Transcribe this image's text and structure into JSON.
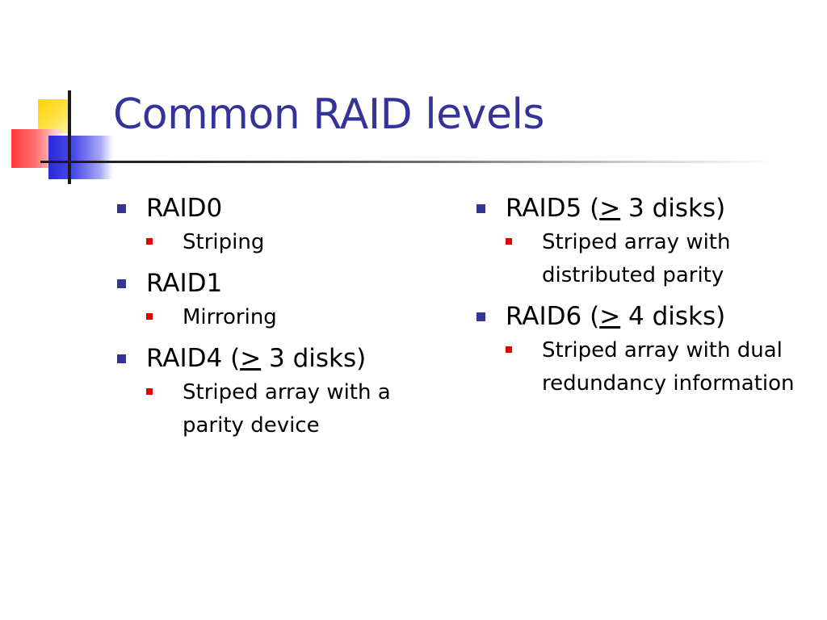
{
  "slide": {
    "title": "Common RAID levels",
    "accent_color": "#333399",
    "sub_bullet_color": "#e00000"
  },
  "left_column": [
    {
      "label": "RAID0",
      "sub": [
        "Striping"
      ]
    },
    {
      "label": "RAID1",
      "sub": [
        "Mirroring"
      ]
    },
    {
      "label_prefix": "RAID4 (",
      "symbol": ">",
      "label_suffix": " 3 disks)",
      "sub": [
        "Striped array with a parity device"
      ]
    }
  ],
  "right_column": [
    {
      "label_prefix": "RAID5 (",
      "symbol": ">",
      "label_suffix": " 3 disks)",
      "sub": [
        "Striped array with distributed parity"
      ]
    },
    {
      "label_prefix": "RAID6 (",
      "symbol": ">",
      "label_suffix": " 4 disks)",
      "sub": [
        "Striped array with dual redundancy information"
      ]
    }
  ]
}
